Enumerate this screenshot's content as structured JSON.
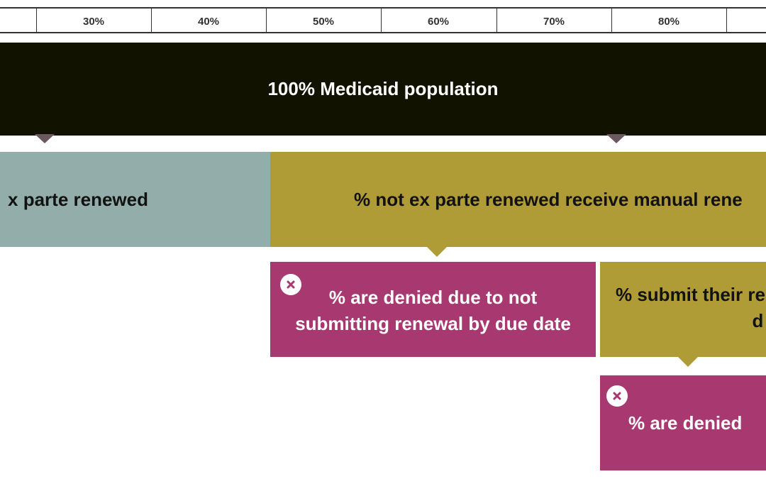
{
  "ruler": {
    "ticks": [
      "30%",
      "40%",
      "50%",
      "60%",
      "70%",
      "80%"
    ]
  },
  "boxes": {
    "population": "100% Medicaid population",
    "exparte": "x parte renewed",
    "manual": "% not ex parte renewed receive manual rene",
    "denied_line1": "% are denied due to not",
    "denied_line2": "submitting renewal by due date",
    "submit_line1": "% submit their re",
    "submit_line2": "d",
    "denied_short": "% are denied"
  },
  "colors": {
    "population": "#121200",
    "exparte": "#93aeaa",
    "manual": "#b09c37",
    "denied": "#a83870",
    "pointer": "#6b5860"
  },
  "icons": {
    "denied": "x-circle-icon"
  }
}
